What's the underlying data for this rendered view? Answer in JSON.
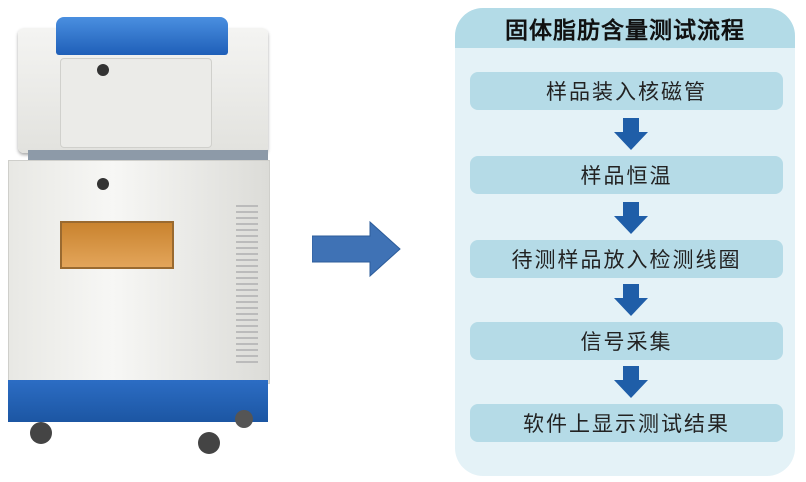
{
  "flow": {
    "title": "固体脂肪含量测试流程",
    "steps": [
      "样品装入核磁管",
      "样品恒温",
      "待测样品放入检测线圈",
      "信号采集",
      "软件上显示测试结果"
    ]
  },
  "colors": {
    "arrow": "#1f5ea8",
    "header": "#b3dbe7",
    "panel": "#e4f2f7",
    "lid": "#2a6fc9"
  }
}
